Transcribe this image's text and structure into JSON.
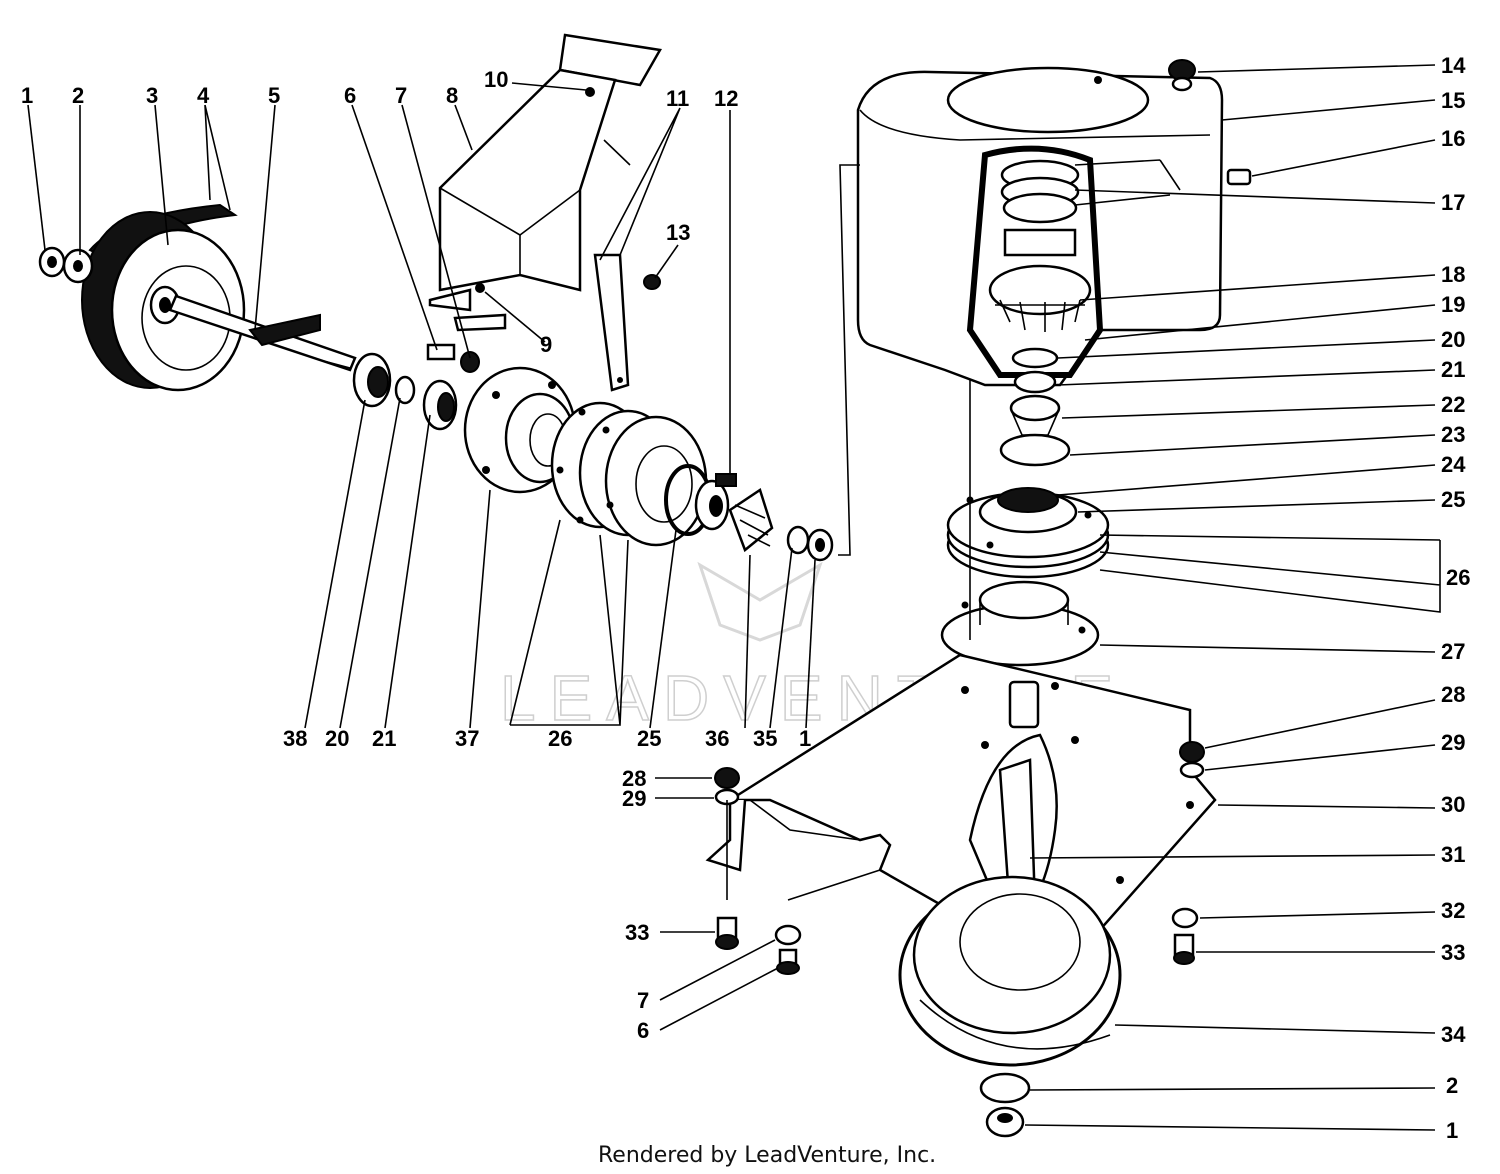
{
  "diagram": {
    "credit": "Rendered by LeadVenture, Inc.",
    "watermark": "LEADVENTURE",
    "callouts_left": [
      {
        "id": "c1",
        "text": "1"
      },
      {
        "id": "c2",
        "text": "2"
      },
      {
        "id": "c3",
        "text": "3"
      },
      {
        "id": "c4",
        "text": "4"
      },
      {
        "id": "c5",
        "text": "5"
      },
      {
        "id": "c6",
        "text": "6"
      },
      {
        "id": "c7",
        "text": "7"
      },
      {
        "id": "c8",
        "text": "8"
      },
      {
        "id": "c9",
        "text": "9"
      },
      {
        "id": "c10",
        "text": "10"
      },
      {
        "id": "c11",
        "text": "11"
      },
      {
        "id": "c12",
        "text": "12"
      },
      {
        "id": "c13",
        "text": "13"
      }
    ],
    "callouts_bottom_row": [
      {
        "id": "b38",
        "text": "38"
      },
      {
        "id": "b20",
        "text": "20"
      },
      {
        "id": "b21",
        "text": "21"
      },
      {
        "id": "b37",
        "text": "37"
      },
      {
        "id": "b26",
        "text": "26"
      },
      {
        "id": "b25",
        "text": "25"
      },
      {
        "id": "b36",
        "text": "36"
      },
      {
        "id": "b35",
        "text": "35"
      },
      {
        "id": "b1",
        "text": "1"
      }
    ],
    "callouts_right": [
      {
        "id": "r14",
        "text": "14"
      },
      {
        "id": "r15",
        "text": "15"
      },
      {
        "id": "r16",
        "text": "16"
      },
      {
        "id": "r17",
        "text": "17"
      },
      {
        "id": "r18",
        "text": "18"
      },
      {
        "id": "r19",
        "text": "19"
      },
      {
        "id": "r20",
        "text": "20"
      },
      {
        "id": "r21",
        "text": "21"
      },
      {
        "id": "r22",
        "text": "22"
      },
      {
        "id": "r23",
        "text": "23"
      },
      {
        "id": "r24",
        "text": "24"
      },
      {
        "id": "r25",
        "text": "25"
      },
      {
        "id": "r26",
        "text": "26"
      },
      {
        "id": "r27",
        "text": "27"
      },
      {
        "id": "r28",
        "text": "28"
      },
      {
        "id": "r29",
        "text": "29"
      },
      {
        "id": "r30",
        "text": "30"
      },
      {
        "id": "r31",
        "text": "31"
      },
      {
        "id": "r32",
        "text": "32"
      },
      {
        "id": "r33",
        "text": "33"
      },
      {
        "id": "r34",
        "text": "34"
      },
      {
        "id": "r2",
        "text": "2"
      },
      {
        "id": "r1",
        "text": "1"
      }
    ],
    "callouts_lower_left": [
      {
        "id": "l28",
        "text": "28"
      },
      {
        "id": "l29",
        "text": "29"
      },
      {
        "id": "l33",
        "text": "33"
      },
      {
        "id": "l7",
        "text": "7"
      },
      {
        "id": "l6",
        "text": "6"
      }
    ]
  }
}
